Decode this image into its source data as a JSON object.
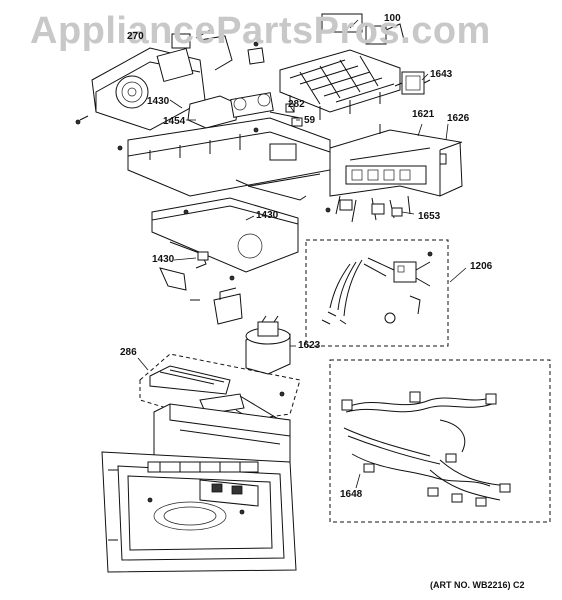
{
  "watermark": "AppliancePartsPros.com",
  "art_number": "(ART NO. WB2216) C2",
  "callouts": {
    "c100": "100",
    "c270": "270",
    "c1643": "1643",
    "c1430_top": "1430",
    "c1454": "1454",
    "c282": "282",
    "c59": "59",
    "c1621": "1621",
    "c1626": "1626",
    "c1653": "1653",
    "c1430_mid": "1430",
    "c1430_left": "1430",
    "c1206": "1206",
    "c1623": "1623",
    "c286": "286",
    "c1648": "1648"
  }
}
